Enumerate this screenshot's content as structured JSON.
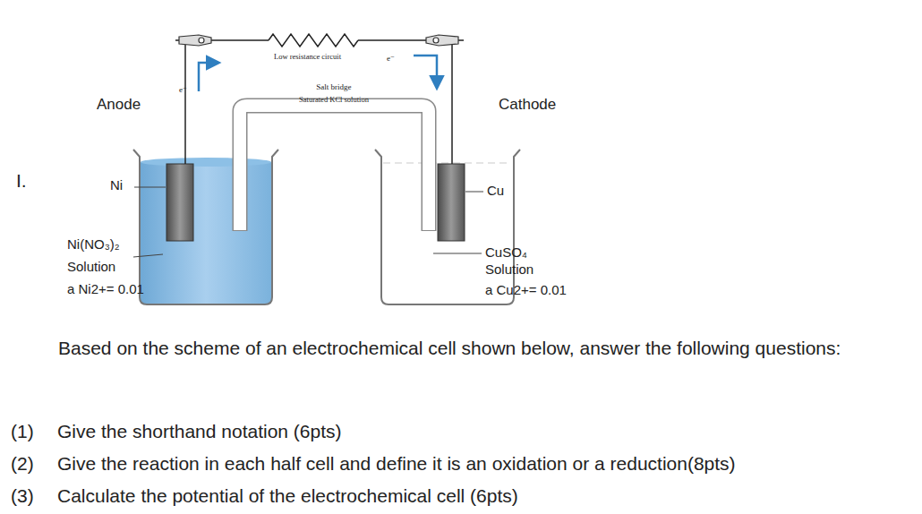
{
  "diagram": {
    "nodes": [
      {
        "text": [
          "Salt bridge",
          "Saturated KCl solution"
        ]
      }
    ],
    "labels": [
      "I.",
      "Low resistance circuit",
      "e⁻",
      "e⁻",
      "Anode",
      "Cathode",
      "Ni",
      "Cu",
      "Ni(NO₃)₂",
      "Solution",
      "a Ni2+= 0.01",
      "CuSO₄",
      "Solution",
      "a Cu2+= 0.01",
      "Based on the scheme of an electrochemical cell shown below, answer the following questions:",
      "(1)",
      "Give the shorthand notation (6pts)",
      "(2)",
      "Give the reaction in each half cell and define it is an oxidation or a reduction(8pts)",
      "(3)",
      "Calculate the potential of the electrochemical cell (6pts)"
    ]
  }
}
